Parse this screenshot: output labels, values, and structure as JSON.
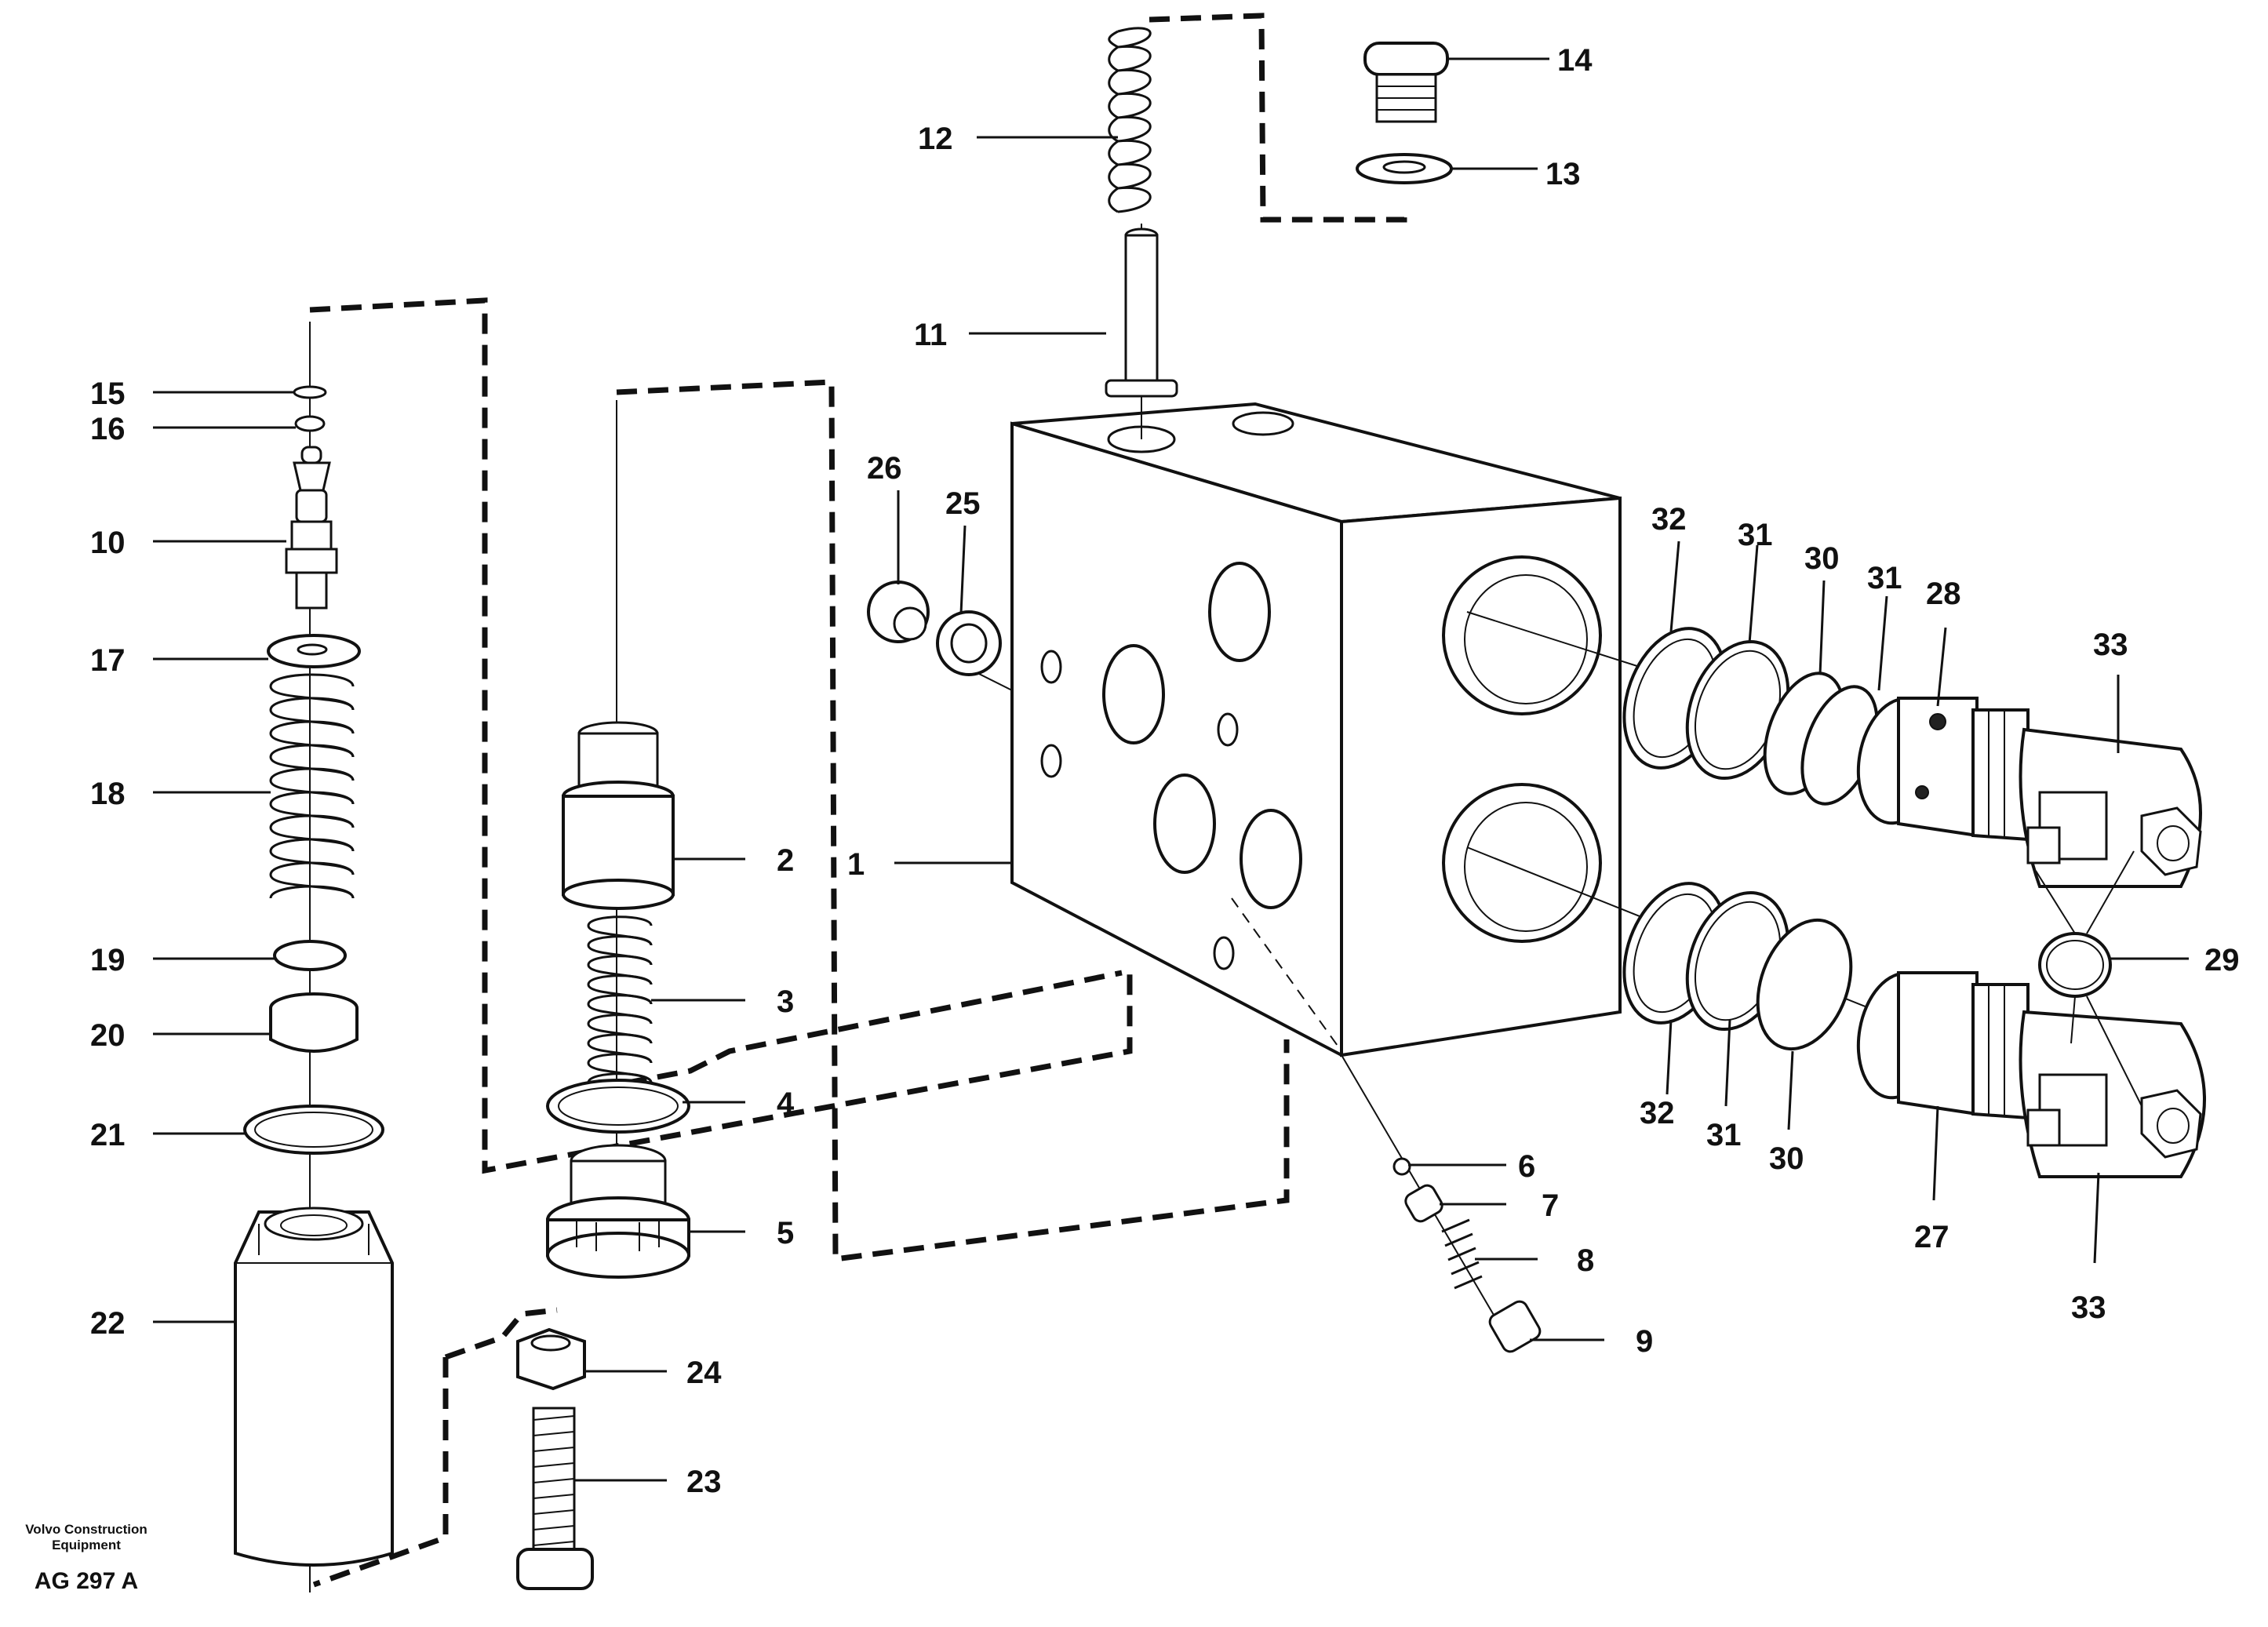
{
  "caption": {
    "company_line1": "Volvo Construction",
    "company_line2": "Equipment",
    "code": "AG 297 A"
  },
  "labels": {
    "l1": "1",
    "l2": "2",
    "l3": "3",
    "l4": "4",
    "l5": "5",
    "l6": "6",
    "l7": "7",
    "l8": "8",
    "l9": "9",
    "l10": "10",
    "l11": "11",
    "l12": "12",
    "l13": "13",
    "l14": "14",
    "l15": "15",
    "l16": "16",
    "l17": "17",
    "l18": "18",
    "l19": "19",
    "l20": "20",
    "l21": "21",
    "l22": "22",
    "l23": "23",
    "l24": "24",
    "l25": "25",
    "l26": "26",
    "l27": "27",
    "l28": "28",
    "l29": "29",
    "l30a": "30",
    "l30b": "30",
    "l31a": "31",
    "l31b": "31",
    "l31c": "31",
    "l32a": "32",
    "l32b": "32",
    "l33a": "33",
    "l33b": "33"
  }
}
